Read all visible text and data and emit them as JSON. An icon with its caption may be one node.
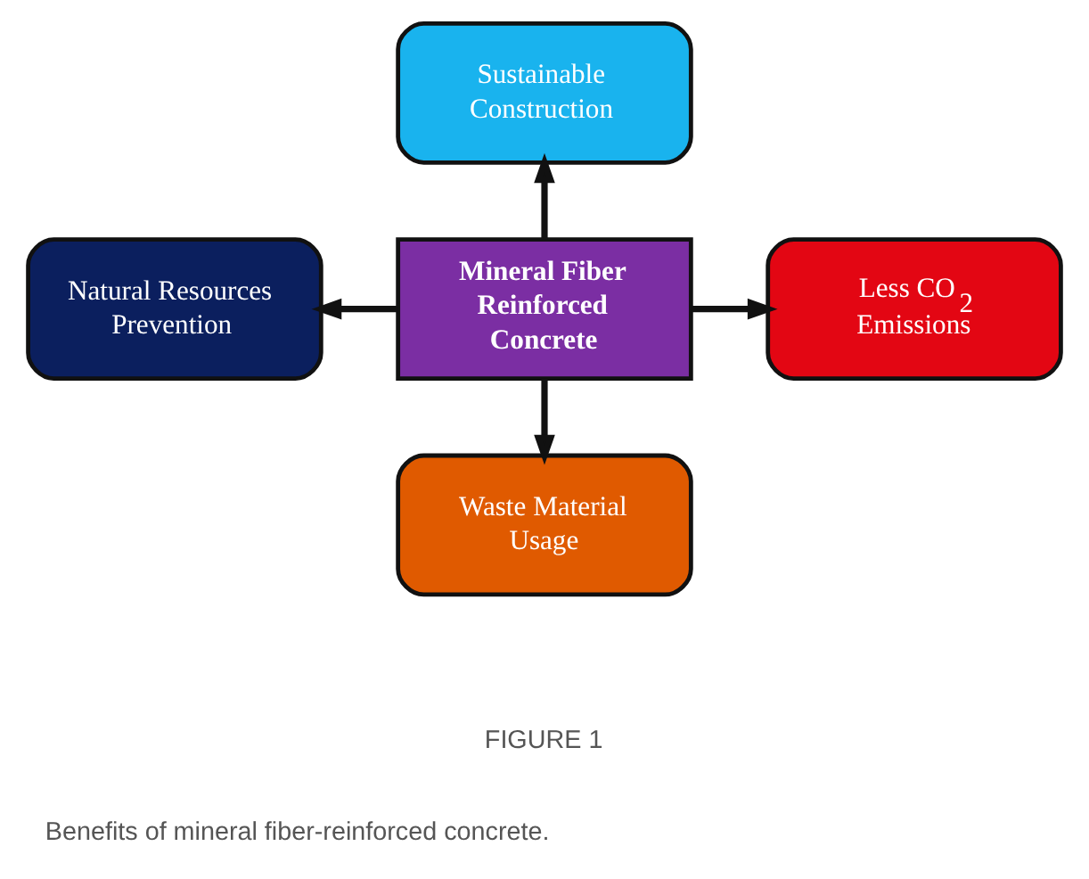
{
  "diagram": {
    "caption": "Benefits of mineral fiber-reinforced concrete.",
    "nodes": [
      {
        "text": [
          "Sustainable Construction"
        ]
      },
      {
        "text": [
          "Natural Resources Prevention"
        ]
      },
      {
        "text": [
          "Mineral Fiber Reinforced Concrete"
        ]
      },
      {
        "text": [
          "Less CO$_{2}$ Emissions"
        ]
      },
      {
        "text": [
          "Waste Material Usage"
        ]
      }
    ],
    "edges": [
      {
        "from": 2,
        "to": 0,
        "arrow": "to"
      },
      {
        "from": 2,
        "to": 1,
        "arrow": "to"
      },
      {
        "from": 2,
        "to": 3,
        "arrow": "to"
      },
      {
        "from": 2,
        "to": 4,
        "arrow": "to"
      }
    ],
    "labels": [
      "FIGURE 1"
    ]
  }
}
